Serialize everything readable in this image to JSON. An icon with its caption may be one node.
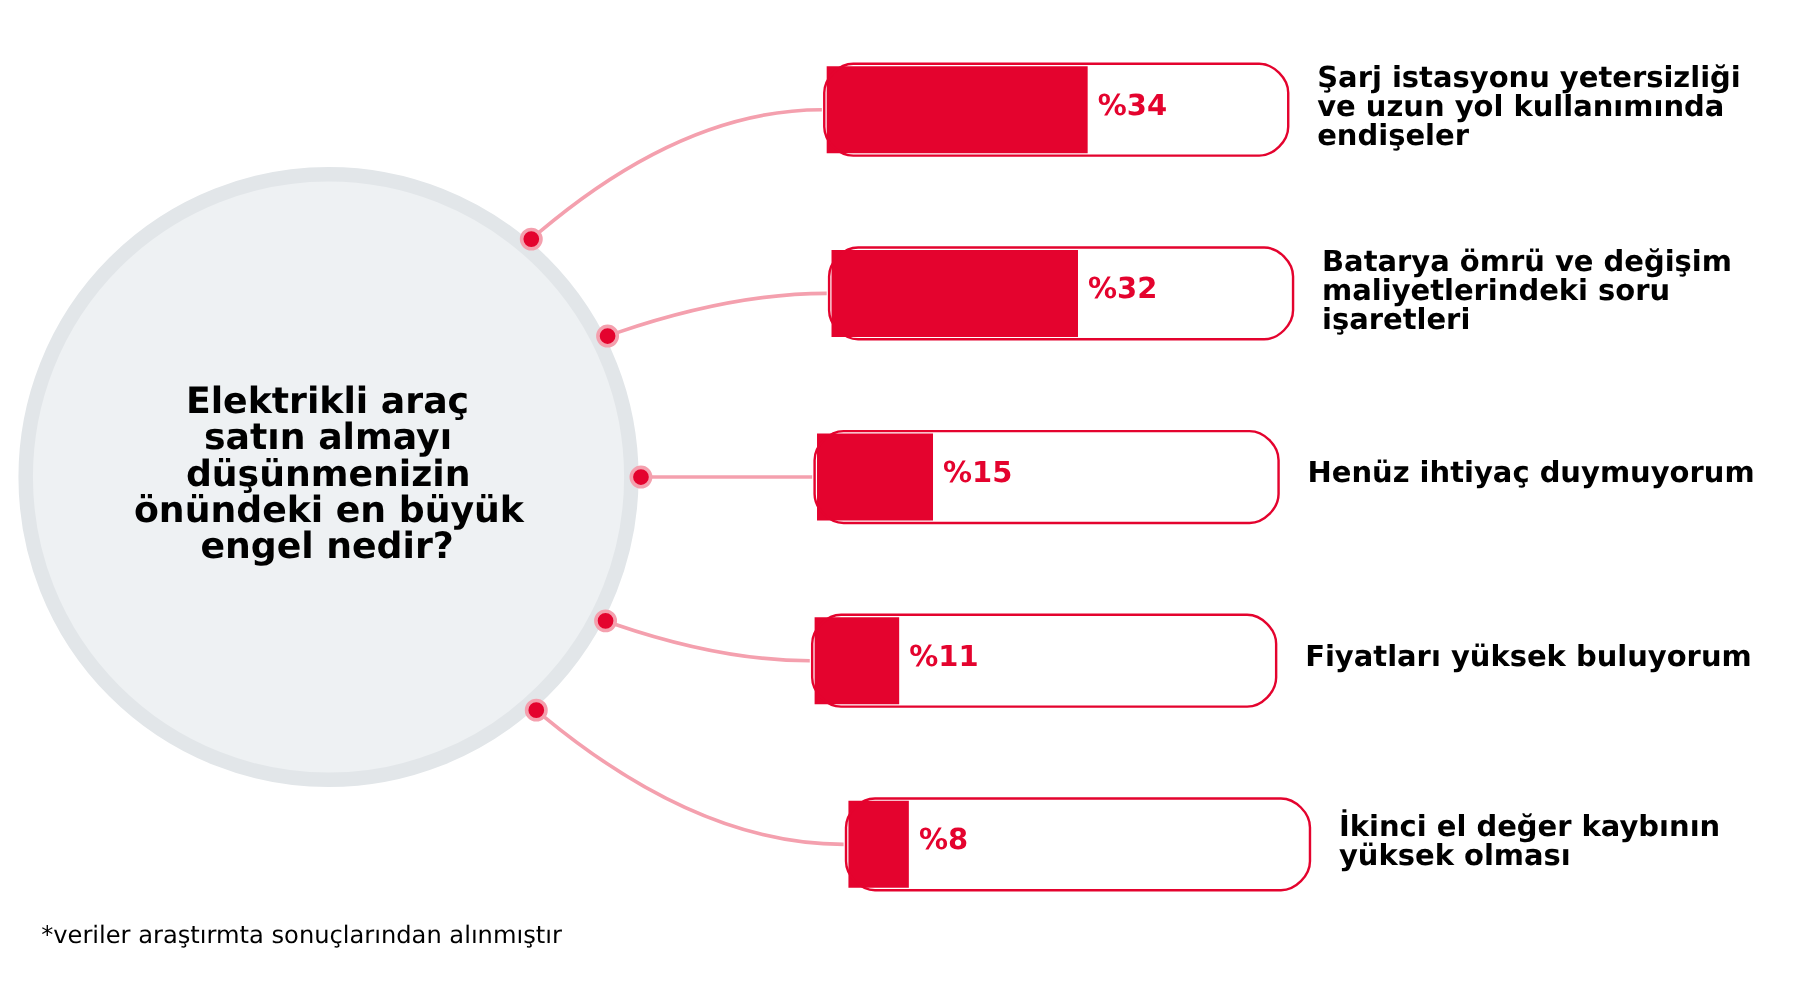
{
  "diagram": {
    "caption": "*veriler araştırmta sonuçlarından alınmıştır",
    "nodes": [
      {
        "text": [
          "Elektrikli araç satın almayı düşünmenizin önündeki en büyük engel nedir?"
        ]
      },
      {
        "text": [
          "%34"
        ],
        "beside": [
          "Şarj istasyonu yetersizliği ve uzun yol kullanımında endişeler"
        ]
      },
      {
        "text": [
          "%32"
        ],
        "beside": [
          "Batarya ömrü ve değişim maliyetlerindeki soru işaretleri"
        ]
      },
      {
        "text": [
          "%15"
        ],
        "beside": [
          "Henüz ihtiyaç duymuyorum"
        ]
      },
      {
        "text": [
          "%11"
        ],
        "beside": [
          "Fiyatları yüksek buluyorum"
        ]
      },
      {
        "text": [
          "%8"
        ],
        "beside": [
          "İkinci el değer kaybının yüksek olması"
        ]
      }
    ],
    "edges": [
      {
        "from": 0,
        "to": 1,
        "arrow": "other",
        "color": "#f4a0ae"
      },
      {
        "from": 0,
        "to": 2,
        "arrow": "other",
        "color": "#f4a0ae"
      },
      {
        "from": 0,
        "to": 3,
        "arrow": "other",
        "color": "#f4a0ae"
      },
      {
        "from": 0,
        "to": 4,
        "arrow": "other",
        "color": "#f4a0ae"
      },
      {
        "from": 0,
        "to": 5,
        "arrow": "other",
        "color": "#f4a0ae"
      }
    ]
  }
}
